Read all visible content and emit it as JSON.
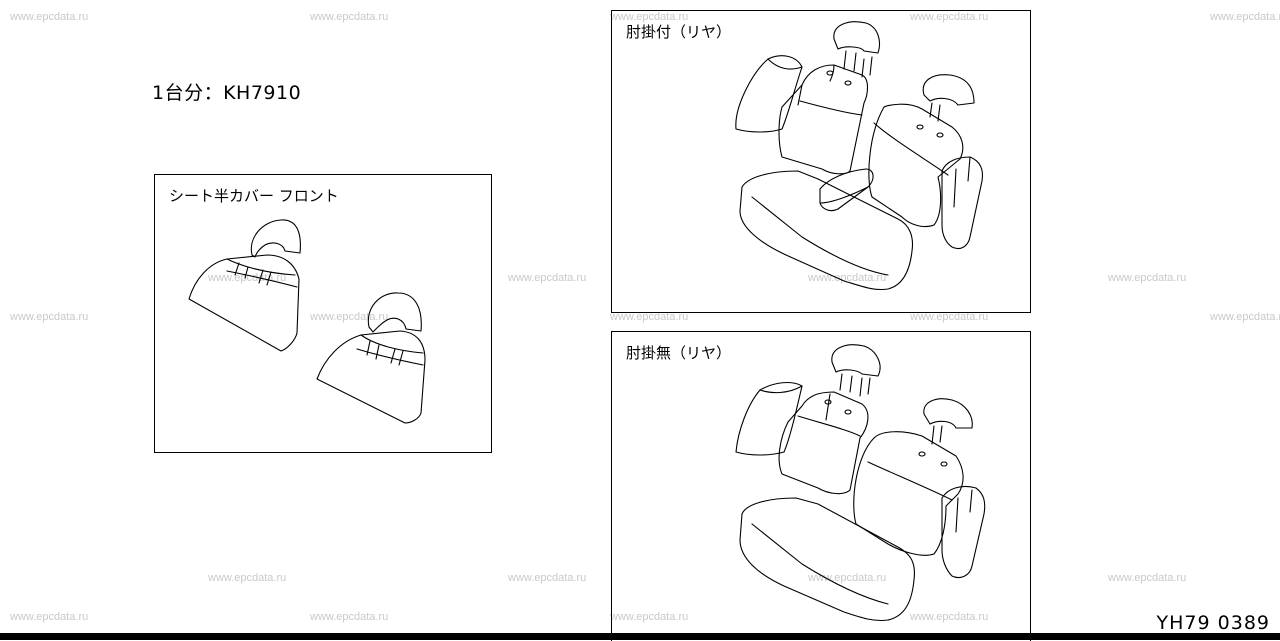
{
  "watermark": "www.epcdata.ru",
  "summary": "1台分：KH7910",
  "panels": {
    "front": {
      "label": "シート半カバー フロント"
    },
    "rear_with_armrest": {
      "label": "肘掛付（リヤ）"
    },
    "rear_without_armrest": {
      "label": "肘掛無（リヤ）"
    }
  },
  "diagram_code": "YH79 0389"
}
